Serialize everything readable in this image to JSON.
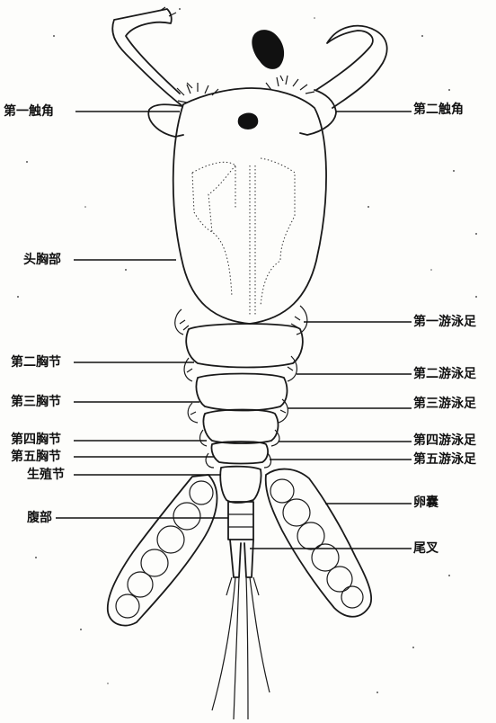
{
  "labels": {
    "antenna1": "第一触角",
    "antenna2": "第二触角",
    "cephalothorax": "头胸部",
    "swim_leg1": "第一游泳足",
    "thorax2": "第二胸节",
    "swim_leg2": "第二游泳足",
    "thorax3": "第三胸节",
    "swim_leg3": "第三游泳足",
    "thorax4": "第四胸节",
    "swim_leg4": "第四游泳足",
    "thorax5": "第五胸节",
    "swim_leg5": "第五游泳足",
    "genital_segment": "生殖节",
    "egg_sac": "卵囊",
    "abdomen": "腹部",
    "furca": "尾叉"
  }
}
